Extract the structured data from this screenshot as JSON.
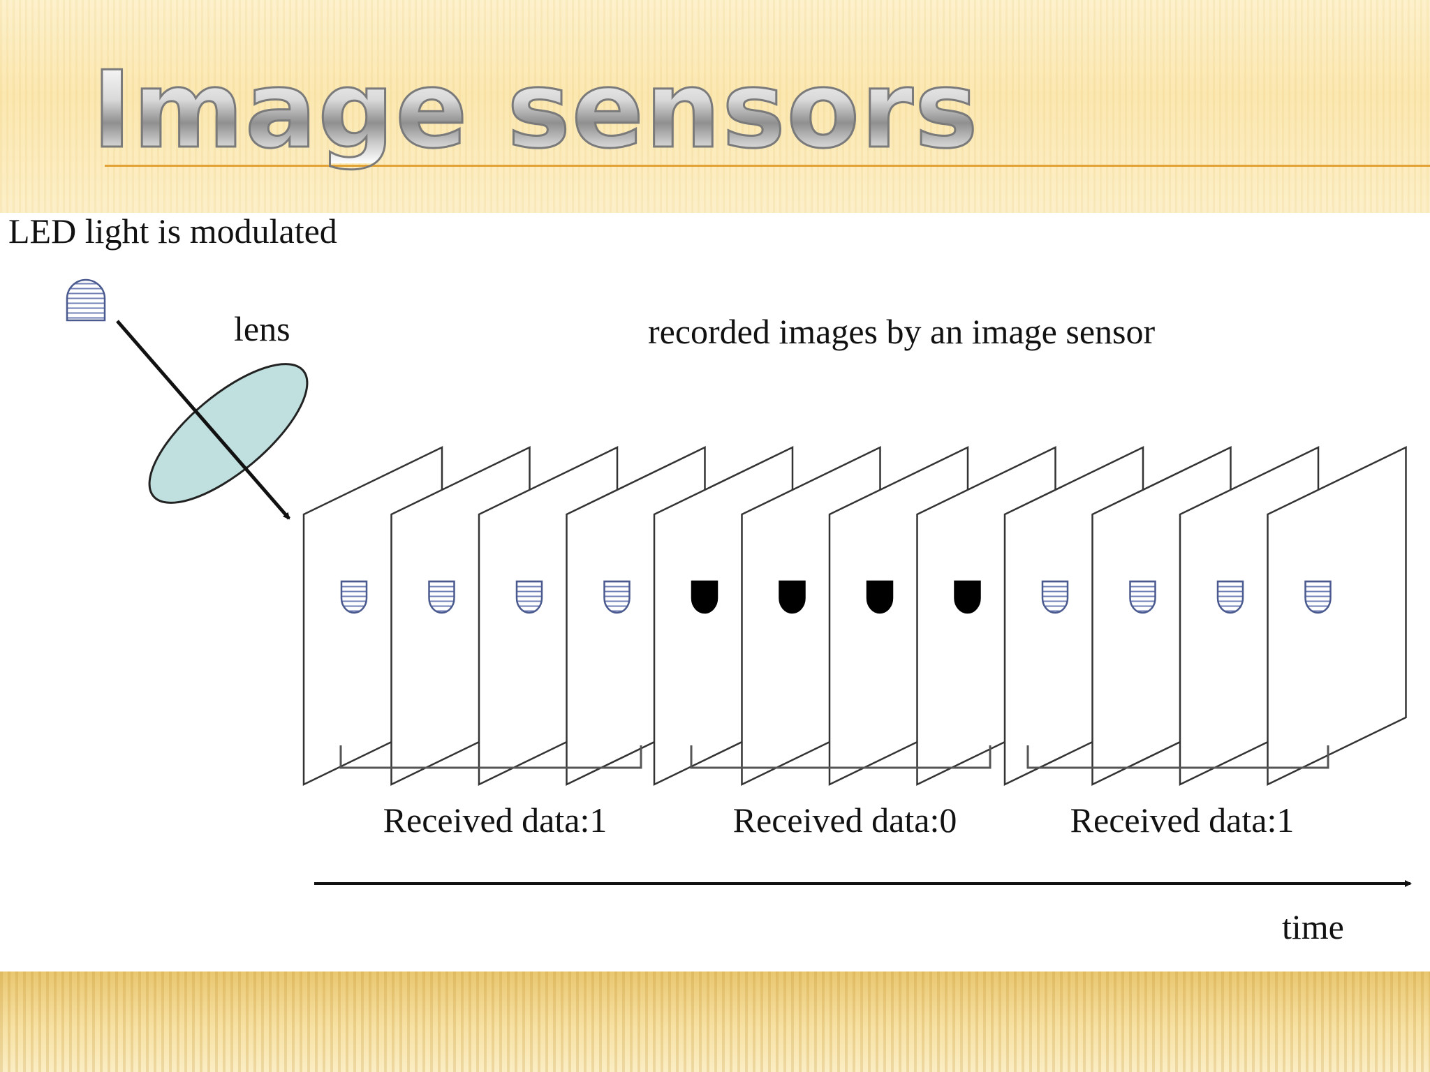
{
  "slide": {
    "title": "Image sensors"
  },
  "figure": {
    "source_label": "LED light is modulated",
    "lens_label": "lens",
    "frames_label": "recorded images by an image sensor",
    "axis_label": "time",
    "frames": [
      "lit",
      "lit",
      "lit",
      "lit",
      "dark",
      "dark",
      "dark",
      "dark",
      "lit",
      "lit",
      "lit",
      "lit"
    ],
    "groups": [
      {
        "label": "Received data:1",
        "value": 1
      },
      {
        "label": "Received data:0",
        "value": 0
      },
      {
        "label": "Received data:1",
        "value": 1
      }
    ],
    "colors": {
      "lens": "#bfe0df",
      "led_stripe": "#6f7fb6",
      "led_dark": "#000000",
      "title_rule": "#e3a236"
    }
  }
}
